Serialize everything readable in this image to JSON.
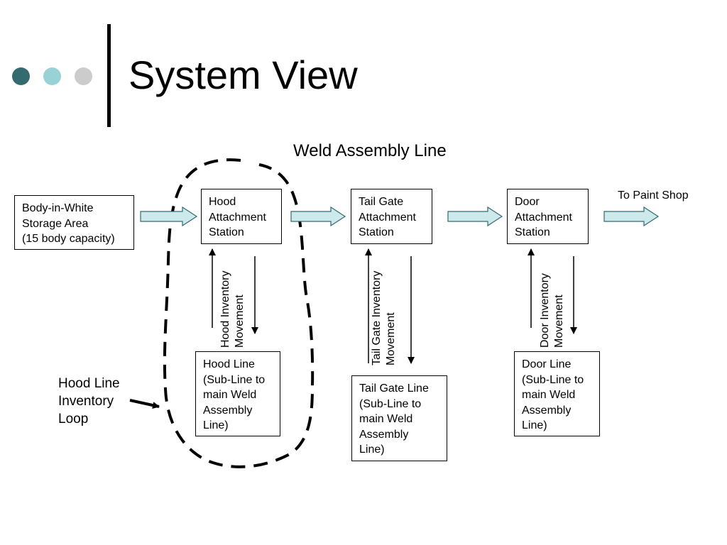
{
  "slide": {
    "title": "System View",
    "bullet_colors": [
      "#336b70",
      "#99d2d6",
      "#cccccc"
    ]
  },
  "diagram": {
    "heading": "Weld Assembly Line",
    "storage": [
      "Body-in-White",
      "Storage Area",
      "(15 body capacity)"
    ],
    "stations": {
      "hood": [
        "Hood",
        "Attachment",
        "Station"
      ],
      "tailgate": [
        "Tail Gate",
        "Attachment",
        "Station"
      ],
      "door": [
        "Door",
        "Attachment",
        "Station"
      ]
    },
    "paint_shop": "To Paint Shop",
    "movement": {
      "hood": [
        "Hood Inventory",
        "Movement"
      ],
      "tailgate": [
        "Tail Gate Inventory",
        "Movement"
      ],
      "door": [
        "Door Inventory",
        "Movement"
      ]
    },
    "sublines": {
      "hood": [
        "Hood Line",
        "(Sub-Line to",
        "main Weld",
        "Assembly",
        "Line)"
      ],
      "tailgate": [
        "Tail Gate Line",
        "(Sub-Line to",
        "main Weld",
        "Assembly",
        "Line)"
      ],
      "door": [
        "Door Line",
        "(Sub-Line to",
        "main Weld",
        "Assembly",
        "Line)"
      ]
    },
    "loop_label": [
      "Hood Line",
      "Inventory",
      "Loop"
    ],
    "colors": {
      "flow_arrow_fill": "#cde9ec",
      "flow_arrow_stroke": "#336b70"
    }
  }
}
